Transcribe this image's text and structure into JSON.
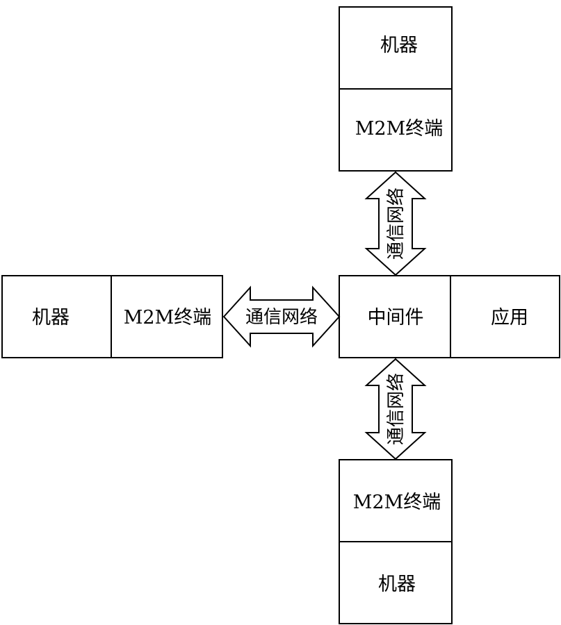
{
  "top_node": {
    "machine_label": "机器",
    "terminal_label": "M2M终端"
  },
  "left_node": {
    "machine_label": "机器",
    "terminal_label": "M2M终端"
  },
  "center_node": {
    "middleware_label": "中间件",
    "application_label": "应用"
  },
  "bottom_node": {
    "terminal_label": "M2M终端",
    "machine_label": "机器"
  },
  "links": {
    "top_label": "通信网络",
    "left_label": "通信网络",
    "bottom_label": "通信网络"
  }
}
